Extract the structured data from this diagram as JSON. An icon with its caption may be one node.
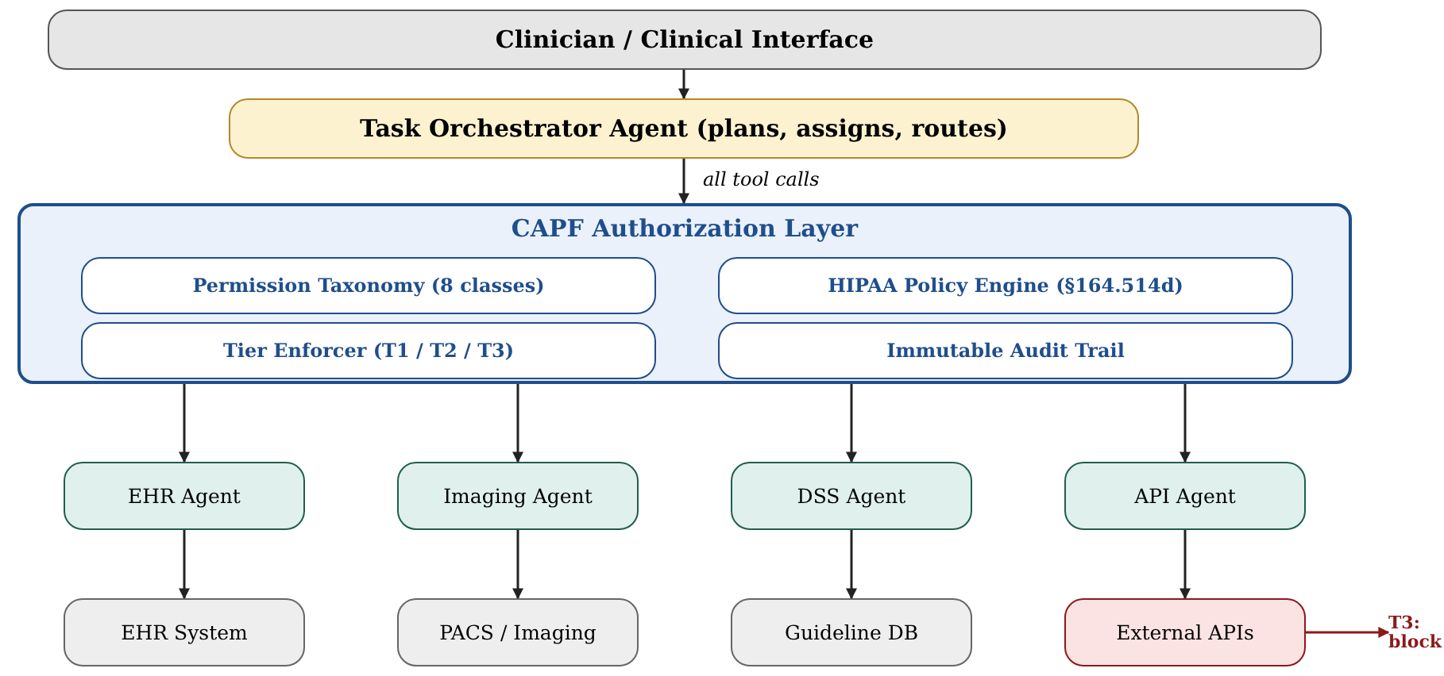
{
  "diagram": {
    "nodes": [
      {
        "text": [
          "Clinician / Clinical Interface"
        ]
      },
      {
        "text": [
          "Task Orchestrator Agent  (plans, assigns, routes)"
        ]
      },
      {
        "text": [
          "CAPF Authorization Layer"
        ]
      },
      {
        "text": [
          "Permission Taxonomy (8 classes)"
        ],
        "in": 2
      },
      {
        "text": [
          "HIPAA Policy Engine (§164.514d)"
        ],
        "in": 2
      },
      {
        "text": [
          "Tier Enforcer (T1 / T2 / T3)"
        ],
        "in": 2
      },
      {
        "text": [
          "Immutable Audit Trail"
        ],
        "in": 2
      },
      {
        "text": [
          "EHR Agent"
        ]
      },
      {
        "text": [
          "Imaging Agent"
        ]
      },
      {
        "text": [
          "DSS Agent"
        ]
      },
      {
        "text": [
          "API Agent"
        ]
      },
      {
        "text": [
          "EHR System"
        ]
      },
      {
        "text": [
          "PACS / Imaging"
        ]
      },
      {
        "text": [
          "Guideline DB"
        ]
      },
      {
        "text": [
          "External APIs"
        ]
      },
      {
        "text": [
          "T3: block"
        ]
      }
    ],
    "edges": [
      {
        "from": 0,
        "to": 1,
        "arrow": "to"
      },
      {
        "from": 1,
        "to": 2,
        "arrow": "to",
        "label": "all tool calls"
      },
      {
        "from": 2,
        "to": 7,
        "arrow": "to"
      },
      {
        "from": 2,
        "to": 8,
        "arrow": "to"
      },
      {
        "from": 2,
        "to": 9,
        "arrow": "to"
      },
      {
        "from": 2,
        "to": 10,
        "arrow": "to"
      },
      {
        "from": 7,
        "to": 11,
        "arrow": "to"
      },
      {
        "from": 8,
        "to": 12,
        "arrow": "to"
      },
      {
        "from": 9,
        "to": 13,
        "arrow": "to"
      },
      {
        "from": 10,
        "to": 14,
        "arrow": "to"
      },
      {
        "from": 14,
        "to": 15,
        "arrow": "to",
        "color": "#8b1a1a"
      }
    ]
  }
}
